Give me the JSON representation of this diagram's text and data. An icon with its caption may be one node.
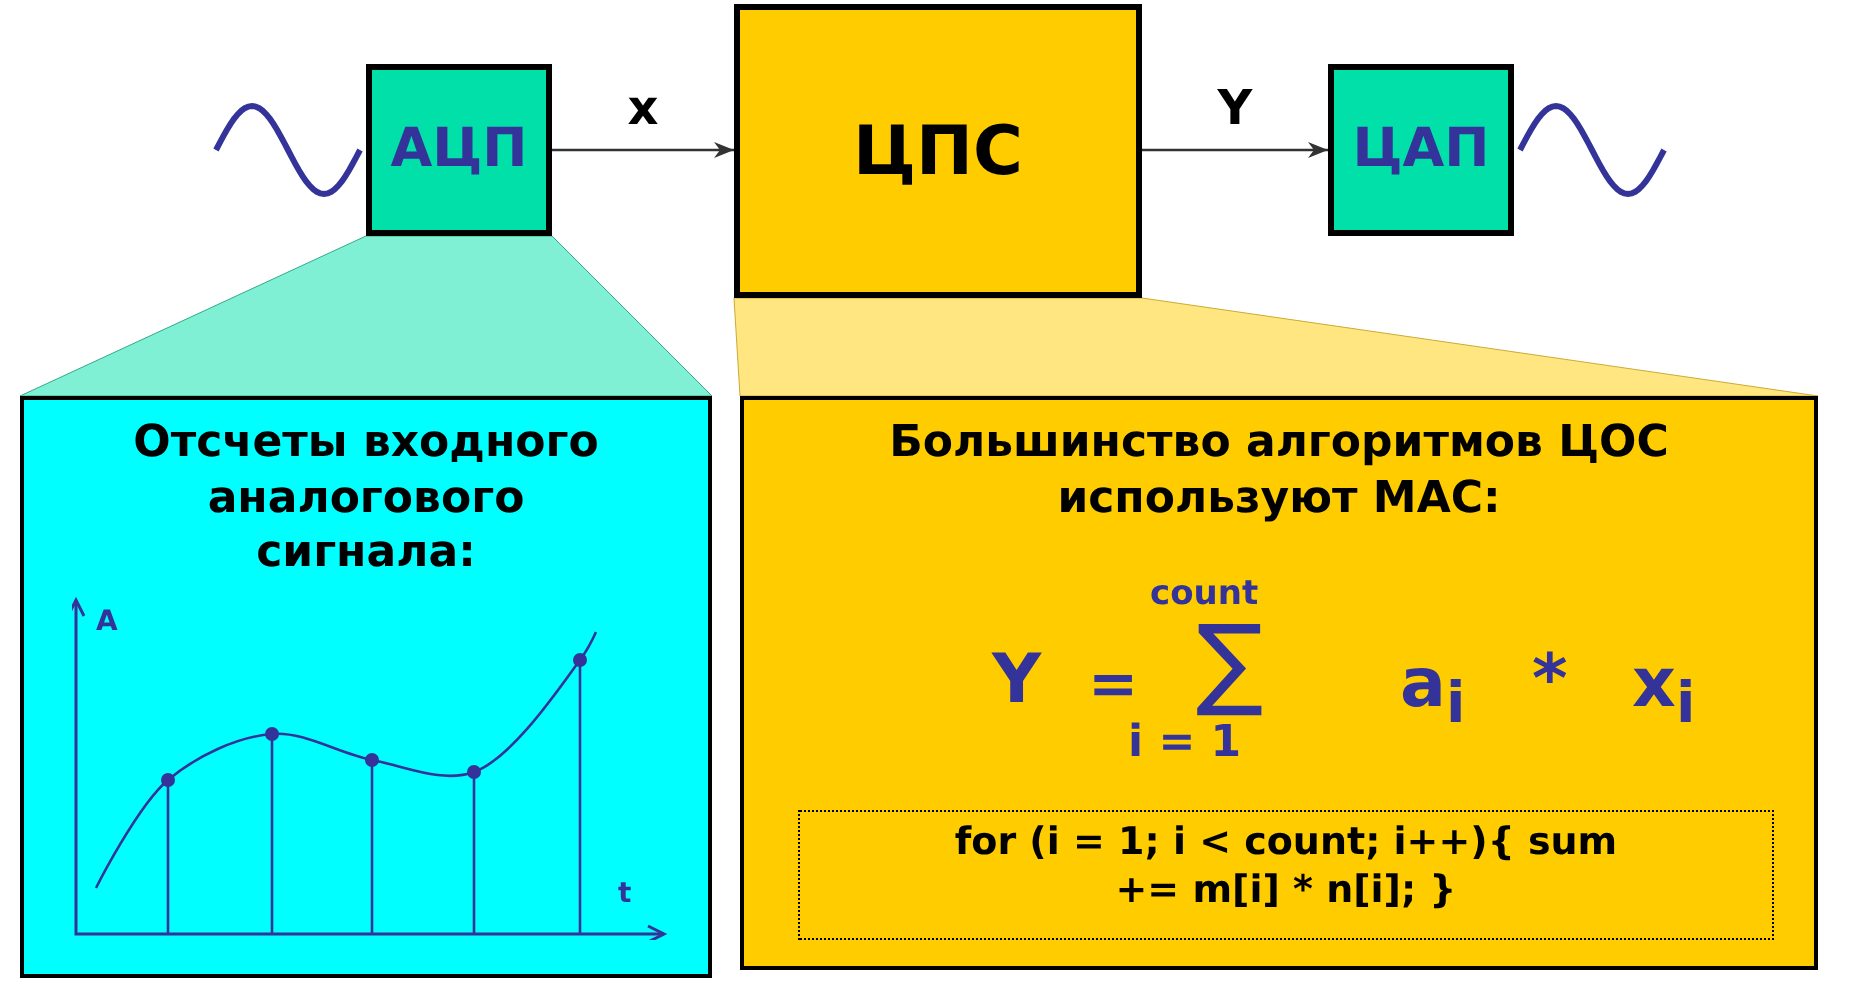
{
  "diagram": {
    "nodes": [
      {
        "text": [
          "АЦП"
        ]
      },
      {
        "text": [
          "ЦПС"
        ]
      },
      {
        "text": [
          "ЦАП"
        ]
      },
      {
        "text": [
          "Отсчеты входного аналогового сигнала:"
        ]
      },
      {
        "text": [
          "Большинство алгоритмов ЦОС используют МАС:"
        ]
      },
      {
        "text": [
          "for (i = 1; i < count; i++){ sum += m[i] * n[i]; }"
        ],
        "in": 4
      }
    ],
    "edges": [
      {
        "from": 0,
        "to": 1,
        "arrow": "to",
        "label": "x"
      },
      {
        "from": 1,
        "to": 2,
        "arrow": "to",
        "label": "Y"
      }
    ],
    "labels": [
      "A",
      "t",
      "count",
      "Y",
      "=",
      "∑",
      "a$_{i}$",
      "*",
      "x$_{i}$",
      "i = 1"
    ]
  }
}
